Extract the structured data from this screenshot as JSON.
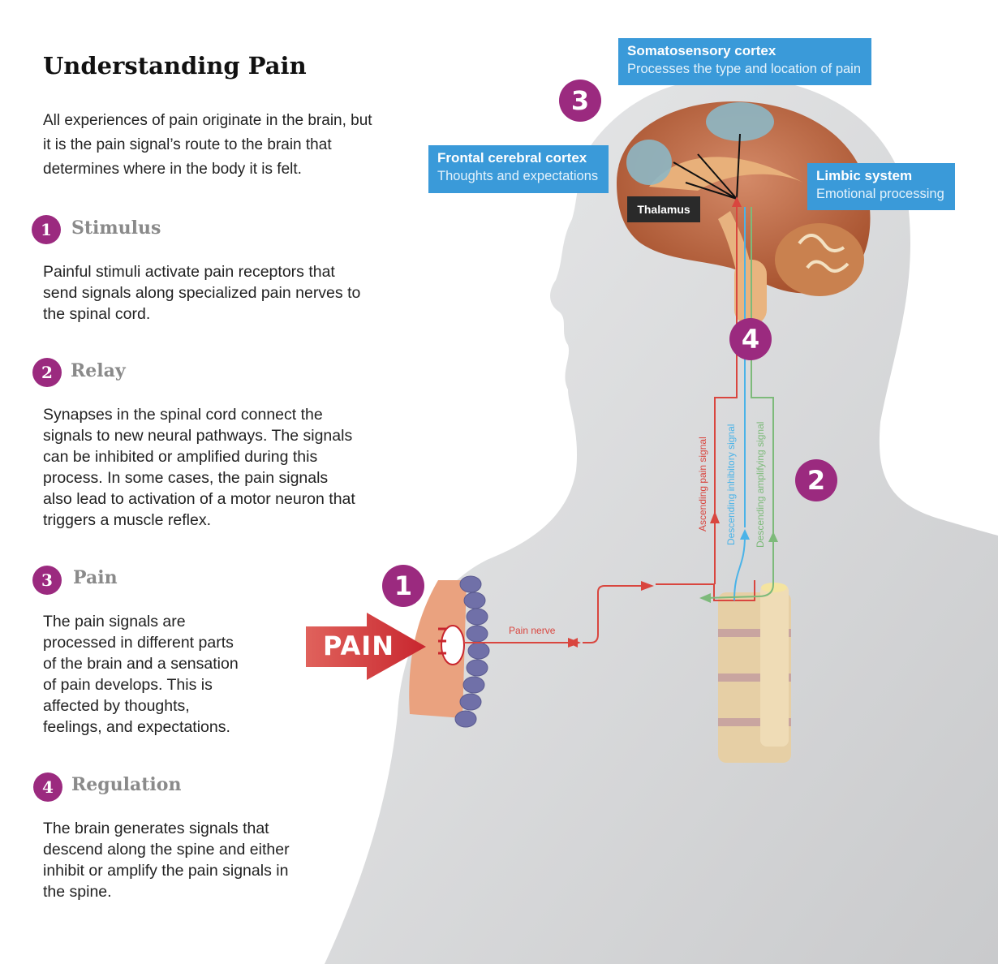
{
  "title": "Understanding Pain",
  "intro": "All experiences of pain originate in the brain, but it is the pain signal’s route to the brain that determines where in the body it is felt.",
  "sections": [
    {
      "number": "1",
      "heading": "Stimulus",
      "body": "Painful stimuli activate pain receptors that send signals along specialized pain nerves to the spinal cord."
    },
    {
      "number": "2",
      "heading": "Relay",
      "body": "Synapses in the spinal cord connect the signals to new neural pathways. The signals can be inhibited or amplified  during this process. In some cases, the pain signals also lead to activation of a motor neuron that triggers a muscle reflex."
    },
    {
      "number": "3",
      "heading": "Pain",
      "body": "The pain signals are processed in different parts of the brain and a sensation of pain develops. This is affected by thoughts, feelings, and expectations."
    },
    {
      "number": "4",
      "heading": "Regulation",
      "body": "The brain generates signals that descend along the spine and either inhibit or amplify the pain signals in the spine."
    }
  ],
  "diagram": {
    "somatosensory": {
      "title": "Somatosensory cortex",
      "subtitle": "Processes the type and location of pain"
    },
    "frontal": {
      "title": "Frontal cerebral cortex",
      "subtitle": "Thoughts and expectations"
    },
    "limbic": {
      "title": "Limbic system",
      "subtitle": "Emotional processing"
    },
    "thalamus": "Thalamus",
    "markers": [
      "1",
      "2",
      "3",
      "4"
    ],
    "pain_arrow": "PAIN",
    "pain_nerve": "Pain nerve",
    "ascending": "Ascending pain signal",
    "inhibitory": "Descending inhibitory signal",
    "amplifying": "Descending amplifying signal"
  },
  "colors": {
    "accent_purple": "#9b2a7f",
    "label_blue": "#3a9ad9",
    "ascending_red": "#d9463f",
    "inhibitory_blue": "#4ab3e8",
    "amplifying_green": "#7dba7a"
  }
}
